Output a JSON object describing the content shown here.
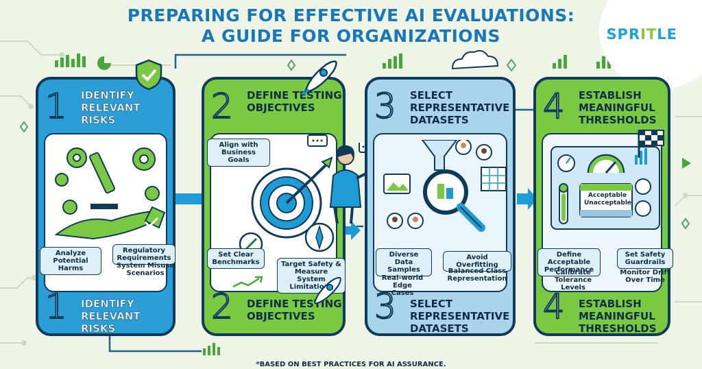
{
  "title": {
    "line1": "PREPARING FOR EFFECTIVE AI EVALUATIONS:",
    "line2": "A GUIDE FOR ORGANIZATIONS"
  },
  "logo": {
    "part1": "SPR",
    "part2": "IT",
    "part3": "LE"
  },
  "steps": [
    {
      "number": "1",
      "title": "IDENTIFY RELEVANT RISKS",
      "labels": [
        "Analyze Potential Harms",
        "Regulatory Requirements",
        "System Misuse Scenarios"
      ]
    },
    {
      "number": "2",
      "title": "DEFINE TESTING OBJECTIVES",
      "labels": [
        "Align with Business Goals",
        "Set Clear Benchmarks",
        "Target Safety & Measure System Limitations"
      ]
    },
    {
      "number": "3",
      "title": "SELECT REPRESENTATIVE DATASETS",
      "labels": [
        "Diverse Data Samples",
        "Real-world Edge Cases",
        "Avoid Overfitting",
        "Balanced Class Representation"
      ]
    },
    {
      "number": "4",
      "title": "ESTABLISH MEANINGFUL THRESHOLDS",
      "labels": [
        "Define Acceptable Performance",
        "Calibrate Tolerance Levels",
        "Set Safety Guardrails",
        "Monitor Drift Over Time",
        "Acceptable",
        "Unacceptable"
      ]
    }
  ],
  "footer": "*BASED ON BEST PRACTICES FOR AI ASSURANCE.",
  "colors": {
    "blue": "#2b9ed8",
    "green": "#7ac943",
    "lightblue": "#a9d4ec",
    "navy": "#0f3a5a",
    "title": "#1877b8"
  }
}
